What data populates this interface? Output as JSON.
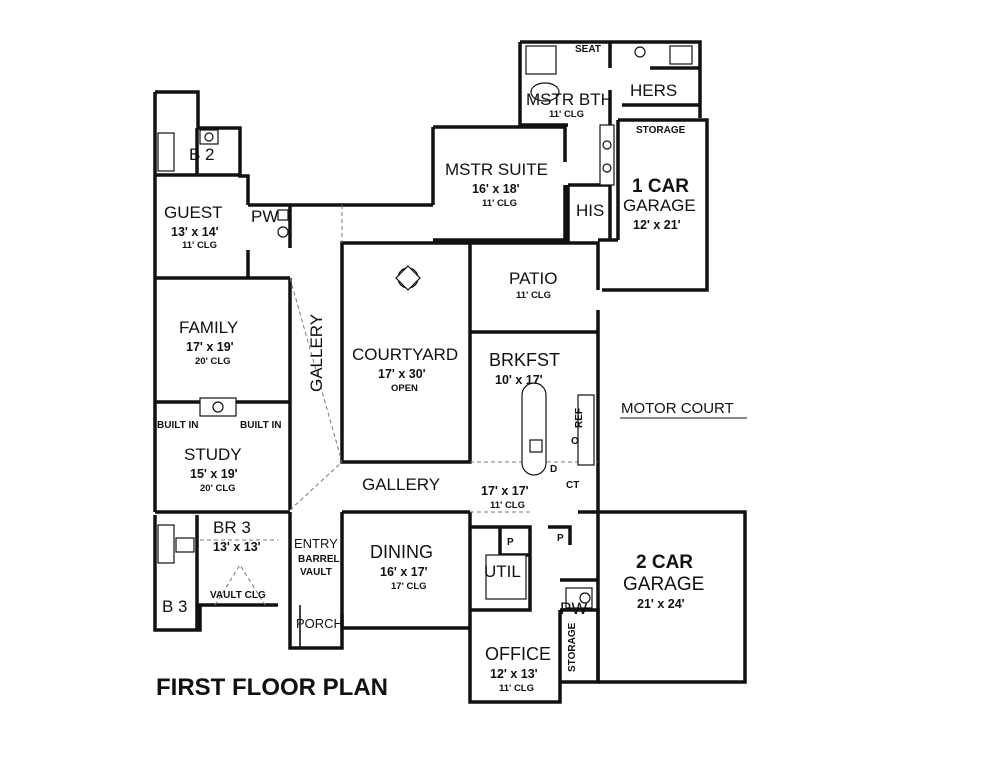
{
  "plan_title": "FIRST FLOOR PLAN",
  "rooms": {
    "b2": {
      "name": "B 2"
    },
    "guest": {
      "name": "GUEST",
      "dim": "13' x 14'",
      "clg": "11' CLG"
    },
    "pw_top": {
      "name": "PW"
    },
    "family": {
      "name": "FAMILY",
      "dim": "17' x 19'",
      "clg": "20' CLG"
    },
    "built_in_left": {
      "name": "BUILT IN"
    },
    "built_in_right": {
      "name": "BUILT IN"
    },
    "study": {
      "name": "STUDY",
      "dim": "15' x 19'",
      "clg": "20' CLG"
    },
    "br3": {
      "name": "BR 3",
      "dim": "13' x 13'"
    },
    "vault_clg": {
      "name": "VAULT CLG"
    },
    "b3": {
      "name": "B 3"
    },
    "entry": {
      "name": "ENTRY",
      "sub1": "BARREL",
      "sub2": "VAULT"
    },
    "porch": {
      "name": "PORCH"
    },
    "gallery_v": {
      "name": "GALLERY"
    },
    "gallery_h": {
      "name": "GALLERY"
    },
    "courtyard": {
      "name": "COURTYARD",
      "dim": "17' x 30'",
      "clg": "OPEN"
    },
    "mstr_suite": {
      "name": "MSTR SUITE",
      "dim": "16' x 18'",
      "clg": "11' CLG"
    },
    "mstr_bth": {
      "name": "MSTR BTH",
      "clg": "11' CLG"
    },
    "seat": {
      "name": "SEAT"
    },
    "hers": {
      "name": "HERS"
    },
    "his": {
      "name": "HIS"
    },
    "storage_top": {
      "name": "STORAGE"
    },
    "garage1": {
      "name1": "1 CAR",
      "name2": "GARAGE",
      "dim": "12' x 21'"
    },
    "patio": {
      "name": "PATIO",
      "clg": "11' CLG"
    },
    "brkfst": {
      "name": "BRKFST",
      "dim": "10' x 17'"
    },
    "motor_court": {
      "name": "MOTOR COURT"
    },
    "kitchen": {
      "dim": "17' x 17'",
      "clg": "11' CLG"
    },
    "ref": {
      "name": "REF"
    },
    "o": {
      "name": "O"
    },
    "d": {
      "name": "D"
    },
    "ct": {
      "name": "CT"
    },
    "p1": {
      "name": "P"
    },
    "p2": {
      "name": "P"
    },
    "dining": {
      "name": "DINING",
      "dim": "16' x 17'",
      "clg": "17' CLG"
    },
    "util": {
      "name": "UTIL"
    },
    "pw_bottom": {
      "name": "PW"
    },
    "garage2": {
      "name1": "2 CAR",
      "name2": "GARAGE",
      "dim": "21' x 24'"
    },
    "office": {
      "name": "OFFICE",
      "dim": "12' x 13'",
      "clg": "11' CLG"
    },
    "storage_bottom": {
      "name": "STORAGE"
    }
  }
}
